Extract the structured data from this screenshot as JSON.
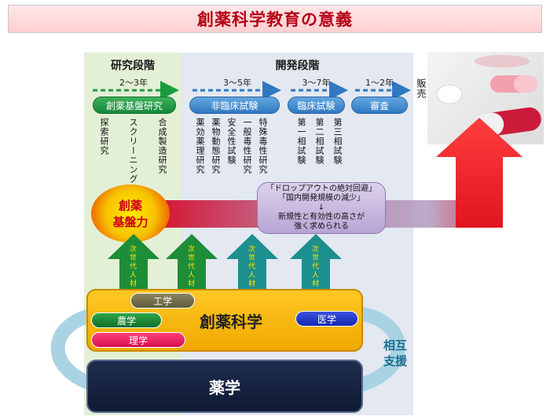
{
  "title": "創薬科学教育の意義",
  "research": {
    "heading": "研究段階",
    "years": "2〜3年",
    "stage": "創薬基盤研究",
    "items": [
      "探索研究",
      "スクリーニング",
      "合成製造研究"
    ]
  },
  "development": {
    "heading": "開発段階",
    "stages": [
      {
        "years": "3〜5年",
        "label": "非臨床試験"
      },
      {
        "years": "3〜7年",
        "label": "臨床試験"
      },
      {
        "years": "1〜2年",
        "label": "審査"
      }
    ],
    "items": [
      "薬効薬理研究",
      "薬物動態研究",
      "安全性試験",
      "一般毒性研究",
      "特殊毒性研究",
      "第一相試験",
      "第二相試験",
      "第三相試験"
    ]
  },
  "sale": "販売",
  "capability": [
    "創薬",
    "基盤力"
  ],
  "notes": [
    "「ドロップアウトの絶対回避」",
    "「国内開発規模の減少」",
    "↓",
    "新規性と有効性の高さが",
    "強く求められる"
  ],
  "arrow_label": "次世代人材",
  "fields": {
    "engineering": "工学",
    "agriculture": "農学",
    "science": "理学",
    "drug_discovery_science": "創薬科学",
    "medicine": "医学"
  },
  "pharmacy": "薬学",
  "mutual_support": [
    "相互",
    "支援"
  ],
  "colors": {
    "title_text": "#b50016",
    "research_zone": "#e3f0d6",
    "dev_zone": "#e3e8f1",
    "green_pill": "#14873a",
    "blue_pill": "#2f78c2",
    "drug_science_box": "#f5b400",
    "pharmacy_box": "#14213d",
    "loop": "#a9d3e3"
  }
}
